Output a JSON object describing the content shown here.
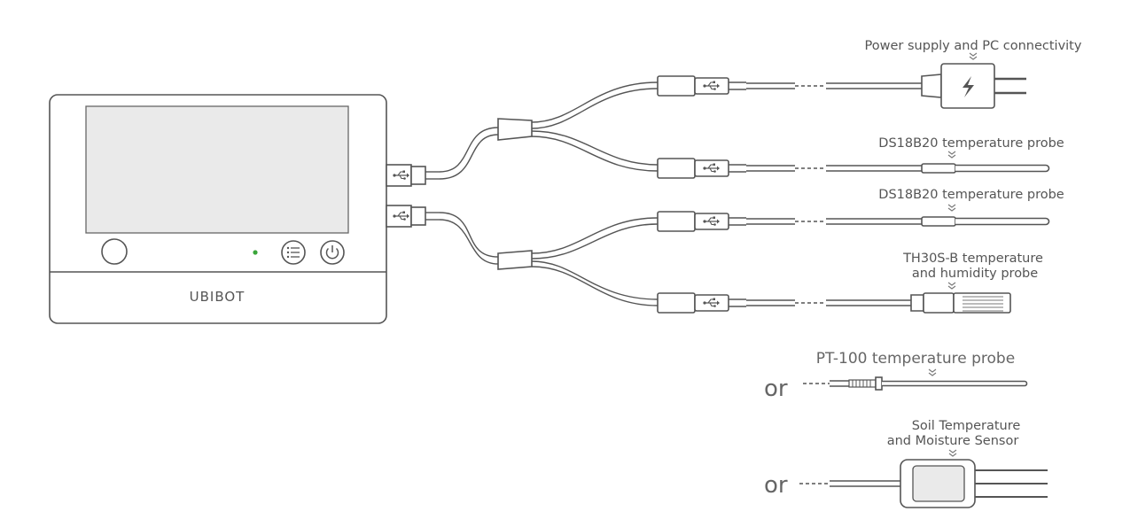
{
  "device": {
    "brand": "UBIBOT"
  },
  "labels": {
    "power": "Power supply and PC connectivity",
    "ds18b20_a": "DS18B20 temperature probe",
    "ds18b20_b": "DS18B20 temperature probe",
    "th30s_line1": "TH30S-B temperature",
    "th30s_line2": "and humidity probe",
    "pt100": "PT-100 temperature probe",
    "soil_line1": "Soil Temperature",
    "soil_line2": "and Moisture Sensor",
    "or_1": "or",
    "or_2": "or"
  },
  "colors": {
    "line": "#555555",
    "screen": "#eaeaea",
    "led": "#3aa63a"
  },
  "icons": [
    "usb-icon",
    "power-icon",
    "menu-icon",
    "lightning-icon",
    "chevron-down-icon"
  ]
}
